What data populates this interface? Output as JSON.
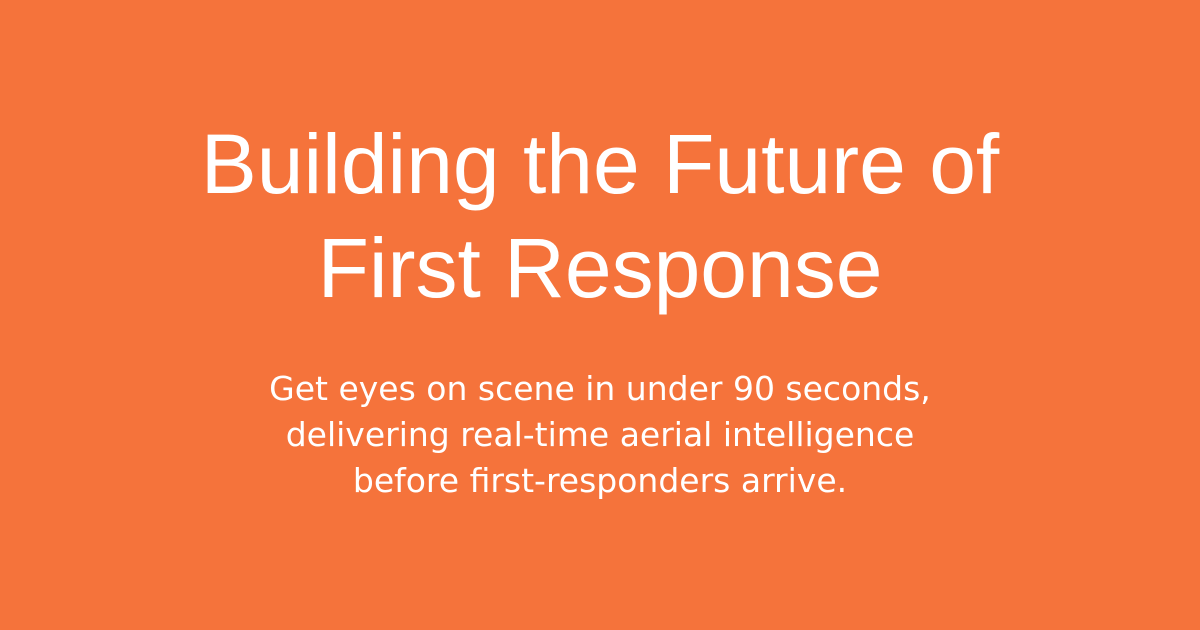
{
  "colors": {
    "background": "#F5733B",
    "text": "#FFFFFF"
  },
  "headline": {
    "lines": [
      "Building the Future of",
      "First Response"
    ]
  },
  "subhead": {
    "lines": [
      "Get eyes on scene in under 90 seconds,",
      "delivering real-time aerial intelligence",
      "before first-responders arrive."
    ]
  }
}
